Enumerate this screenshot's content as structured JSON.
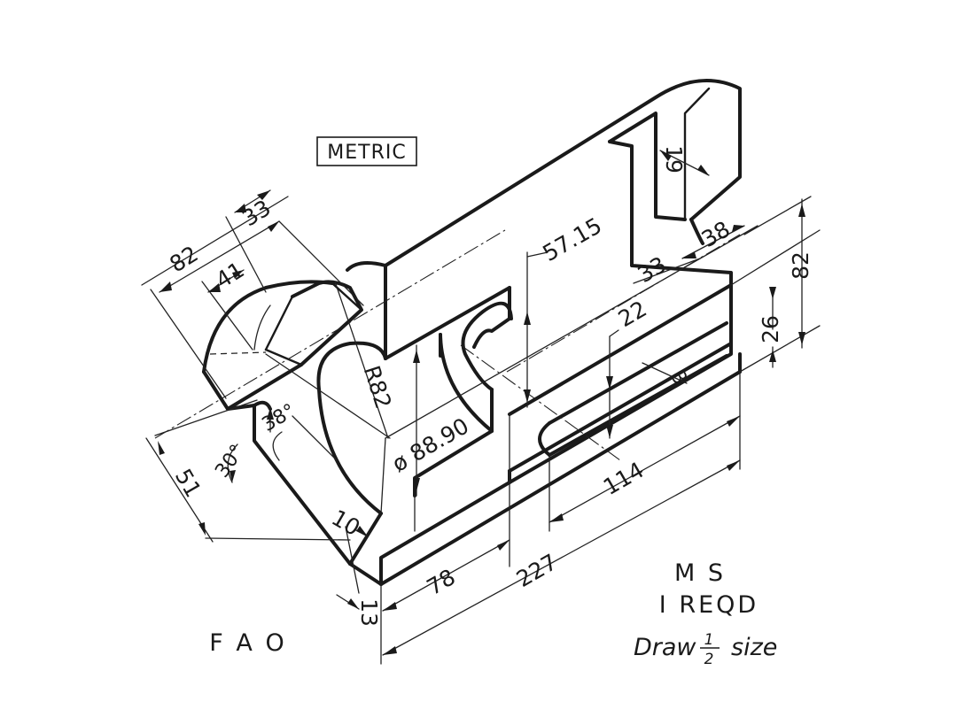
{
  "labels": {
    "metric": "METRIC",
    "material": "M S",
    "quantity": "I REQD",
    "finish": "F A O",
    "scale_prefix": "Draw",
    "scale_num": "1",
    "scale_den": "2",
    "scale_suffix": "size"
  },
  "dimensions": {
    "d82_left": "82",
    "d33_top": "33",
    "d41": "41",
    "d38_angle": "38°",
    "d30_angle": "30°",
    "d51": "51",
    "r82": "R82",
    "dia": "ø 88.90",
    "d10": "10",
    "d13": "13",
    "d78": "78",
    "d227": "227",
    "d114": "114",
    "d57": "57.15",
    "d19": "19",
    "d38_right": "38",
    "d33_right": "33",
    "d22": "22",
    "d3": "3",
    "d26": "26",
    "d82_right": "82"
  }
}
